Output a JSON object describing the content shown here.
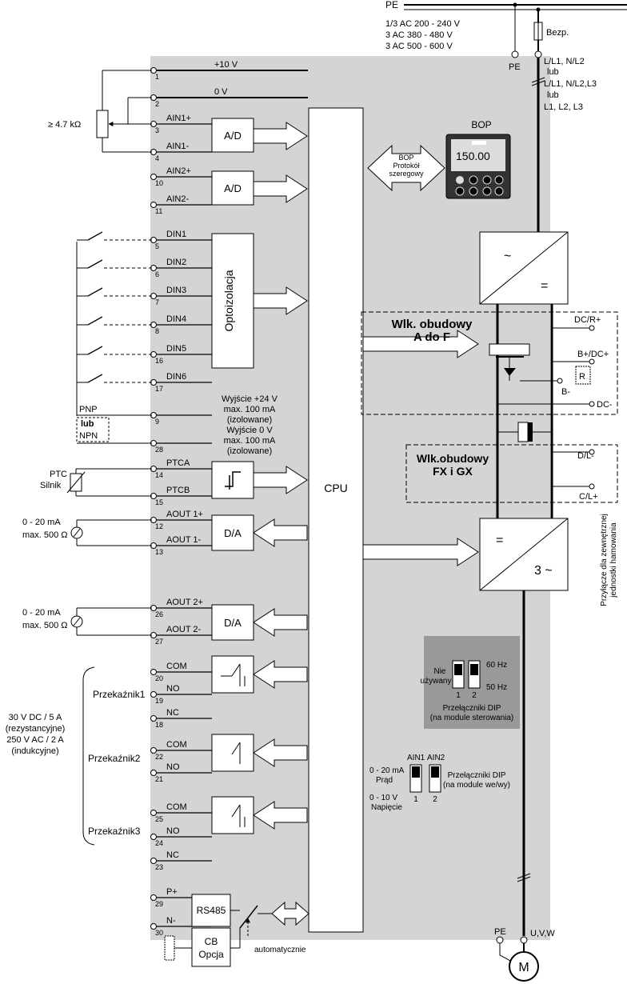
{
  "supply": {
    "pe": "PE",
    "line1": "1/3 AC 200 - 240 V",
    "line2": "3 AC 380 - 480 V",
    "line3": "3 AC 500 - 600 V",
    "fuse": "Bezp.",
    "pe_terminal": "PE",
    "l1": "L/L1, N/L2",
    "lub1": "lub",
    "l2": "L/L1, N/L2,L3",
    "lub2": "lub",
    "l3": "L1, L2, L3"
  },
  "potentiometer": "≥ 4.7 kΩ",
  "terminals": [
    {
      "num": "1",
      "label": "+10 V"
    },
    {
      "num": "2",
      "label": "0 V"
    },
    {
      "num": "3",
      "label": "AIN1+"
    },
    {
      "num": "4",
      "label": "AIN1-"
    },
    {
      "num": "10",
      "label": "AIN2+"
    },
    {
      "num": "11",
      "label": "AIN2-"
    },
    {
      "num": "5",
      "label": "DIN1"
    },
    {
      "num": "6",
      "label": "DIN2"
    },
    {
      "num": "7",
      "label": "DIN3"
    },
    {
      "num": "8",
      "label": "DIN4"
    },
    {
      "num": "16",
      "label": "DIN5"
    },
    {
      "num": "17",
      "label": "DIN6"
    },
    {
      "num": "9",
      "label": ""
    },
    {
      "num": "28",
      "label": ""
    },
    {
      "num": "14",
      "label": "PTCA"
    },
    {
      "num": "15",
      "label": "PTCB"
    },
    {
      "num": "12",
      "label": "AOUT 1+"
    },
    {
      "num": "13",
      "label": "AOUT 1-"
    },
    {
      "num": "26",
      "label": "AOUT 2+"
    },
    {
      "num": "27",
      "label": "AOUT 2-"
    },
    {
      "num": "20",
      "label": "COM"
    },
    {
      "num": "19",
      "label": "NO"
    },
    {
      "num": "18",
      "label": "NC"
    },
    {
      "num": "22",
      "label": "COM"
    },
    {
      "num": "21",
      "label": "NO"
    },
    {
      "num": "25",
      "label": "COM"
    },
    {
      "num": "24",
      "label": "NO"
    },
    {
      "num": "23",
      "label": "NC"
    },
    {
      "num": "29",
      "label": "P+"
    },
    {
      "num": "30",
      "label": "N-"
    }
  ],
  "blocks": {
    "ad": "A/D",
    "da": "D/A",
    "opto": "Optoizolacja",
    "cpu": "CPU",
    "rs485": "RS485",
    "cb1": "CB",
    "cb2": "Opcja",
    "auto": "automatycznie"
  },
  "outputs": {
    "out24_1": "Wyjście +24 V",
    "out24_2": "max. 100 mA",
    "out24_3": "(izolowane)",
    "out0_1": "Wyjście 0 V",
    "out0_2": "max. 100 mA",
    "out0_3": "(izolowane)",
    "pnp": "PNP",
    "lub": "lub",
    "npn": "NPN"
  },
  "ptc": {
    "l1": "PTC",
    "l2": "Silnik"
  },
  "aout": {
    "range": "0 - 20 mA",
    "load": "max. 500 Ω"
  },
  "relays": {
    "r1": "Przekaźnik1",
    "r2": "Przekaźnik2",
    "r3": "Przekaźnik3",
    "spec1": "30 V DC / 5 A",
    "spec2": "(rezystancyjne)",
    "spec3": "250 V AC / 2 A",
    "spec4": "(indukcyjne)"
  },
  "bop": {
    "title": "BOP",
    "display": "150.00",
    "link1": "BOP",
    "link2": "Protokół",
    "link3": "szeregowy"
  },
  "power": {
    "rect_ac": "~",
    "rect_dc": "=",
    "inv_dc": "=",
    "inv_ac": "3 ~",
    "frameAF1": "Wlk. obudowy",
    "frameAF2": "A do F",
    "frameFX1": "Wlk.obudowy",
    "frameFX2": "FX i GX",
    "dcr": "DC/R+",
    "bdc": "B+/DC+",
    "bminus": "B-",
    "dcminus": "DC-",
    "r": "R",
    "dl": "D/L-",
    "cl": "C/L+",
    "brake1": "Przyłącze dla zewnętrznej",
    "brake2": "jednostki hamowania",
    "pe_motor": "PE",
    "uvw": "U,V,W",
    "motor": "M"
  },
  "dip1": {
    "notused1": "Nie",
    "notused2": "używany",
    "hz60": "60 Hz",
    "hz50": "50 Hz",
    "n1": "1",
    "n2": "2",
    "caption1": "Przełączniki DIP",
    "caption2": "(na module sterowania)"
  },
  "dip2": {
    "ain1": "AIN1",
    "ain2": "AIN2",
    "ma": "0 - 20 mA",
    "prad": "Prąd",
    "v": "0 - 10 V",
    "nap": "Napięcie",
    "n1": "1",
    "n2": "2",
    "caption1": "Przełączniki DIP",
    "caption2": "(na module we/wy)"
  }
}
